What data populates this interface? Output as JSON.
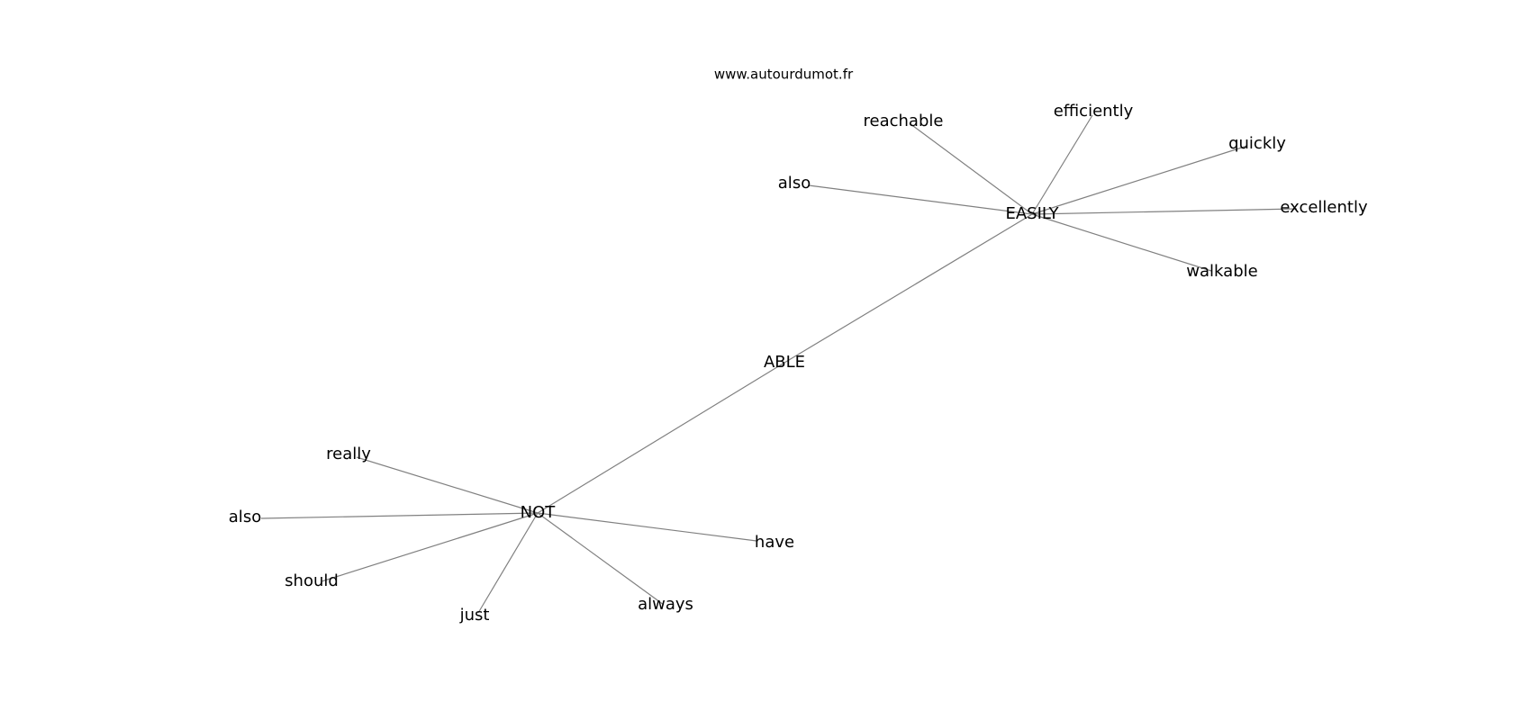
{
  "watermark": "www.autourdumot.fr",
  "colors": {
    "edge": "#808080",
    "label": "#000000",
    "background": "#ffffff"
  },
  "nodes": [
    {
      "id": "able",
      "label": "ABLE"
    },
    {
      "id": "easily",
      "label": "EASILY"
    },
    {
      "id": "not",
      "label": "NOT"
    },
    {
      "id": "reachable",
      "label": "reachable"
    },
    {
      "id": "efficiently",
      "label": "efficiently"
    },
    {
      "id": "quickly",
      "label": "quickly"
    },
    {
      "id": "also-easily",
      "label": "also"
    },
    {
      "id": "excellently",
      "label": "excellently"
    },
    {
      "id": "walkable",
      "label": "walkable"
    },
    {
      "id": "really",
      "label": "really"
    },
    {
      "id": "also-not",
      "label": "also"
    },
    {
      "id": "should",
      "label": "should"
    },
    {
      "id": "just",
      "label": "just"
    },
    {
      "id": "always",
      "label": "always"
    },
    {
      "id": "have",
      "label": "have"
    }
  ],
  "edges": [
    [
      "able",
      "easily"
    ],
    [
      "able",
      "not"
    ],
    [
      "easily",
      "reachable"
    ],
    [
      "easily",
      "efficiently"
    ],
    [
      "easily",
      "quickly"
    ],
    [
      "easily",
      "also-easily"
    ],
    [
      "easily",
      "excellently"
    ],
    [
      "easily",
      "walkable"
    ],
    [
      "not",
      "really"
    ],
    [
      "not",
      "also-not"
    ],
    [
      "not",
      "should"
    ],
    [
      "not",
      "just"
    ],
    [
      "not",
      "always"
    ],
    [
      "not",
      "have"
    ]
  ]
}
